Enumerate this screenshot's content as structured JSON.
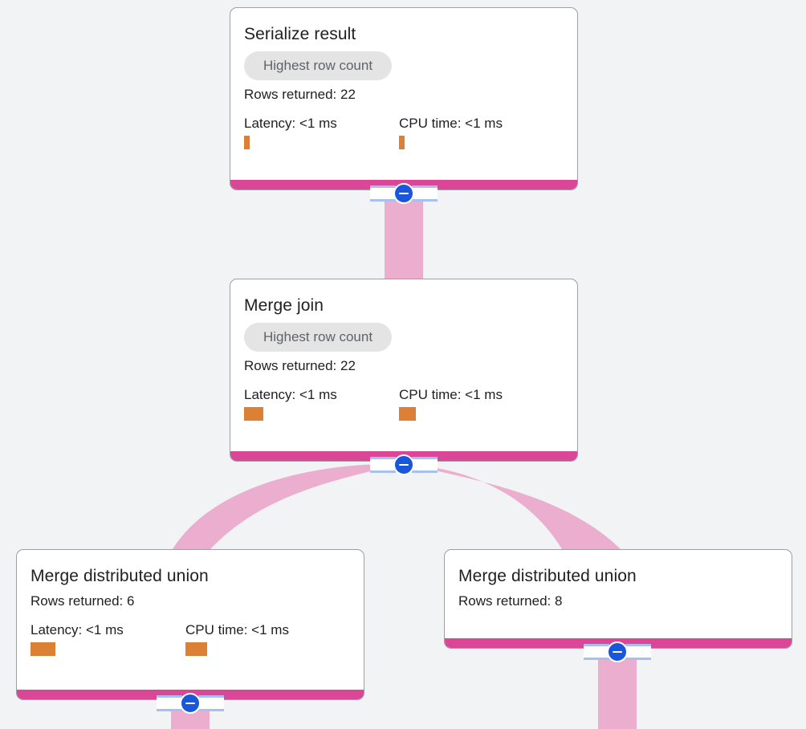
{
  "theme": {
    "background": "#F1F3F4",
    "card_background": "#FFFFFF",
    "card_border": "#9AA0A6",
    "footer_bar": "#DB4797",
    "edge_ribbon": "#ECAECF",
    "metric_bar": "#DC8035",
    "chip_background": "#E4E4E4",
    "chip_text": "#5F6368",
    "toggle_circle": "#1A56DB",
    "toggle_rail": "#A8C0F0",
    "text": "#202124"
  },
  "graph": {
    "title": "query-execution-plan",
    "labels": {
      "rows_prefix": "Rows returned: ",
      "latency_prefix": "Latency: ",
      "cpu_prefix": "CPU time: ",
      "highest_row_count": "Highest row count"
    },
    "nodes": [
      {
        "id": "serialize-result",
        "title": "Serialize result",
        "chip": "Highest row count",
        "rows_returned": "Rows returned: 22",
        "latency": "Latency: <1 ms",
        "cpu_time": "CPU time: <1 ms",
        "latency_bar_width": 7,
        "cpu_bar_width": 7,
        "toggle_state": "expanded",
        "toggle_icon": "minus-icon"
      },
      {
        "id": "merge-join",
        "title": "Merge join",
        "chip": "Highest row count",
        "rows_returned": "Rows returned: 22",
        "latency": "Latency: <1 ms",
        "cpu_time": "CPU time: <1 ms",
        "latency_bar_width": 24,
        "cpu_bar_width": 21,
        "toggle_state": "expanded",
        "toggle_icon": "minus-icon"
      },
      {
        "id": "merge-distributed-union-left",
        "title": "Merge distributed union",
        "chip": null,
        "rows_returned": "Rows returned: 6",
        "latency": "Latency: <1 ms",
        "cpu_time": "CPU time: <1 ms",
        "latency_bar_width": 31,
        "cpu_bar_width": 27,
        "toggle_state": "expanded",
        "toggle_icon": "minus-icon"
      },
      {
        "id": "merge-distributed-union-right",
        "title": "Merge distributed union",
        "chip": null,
        "rows_returned": "Rows returned: 8",
        "latency": null,
        "cpu_time": null,
        "toggle_state": "expanded",
        "toggle_icon": "minus-icon"
      }
    ]
  }
}
